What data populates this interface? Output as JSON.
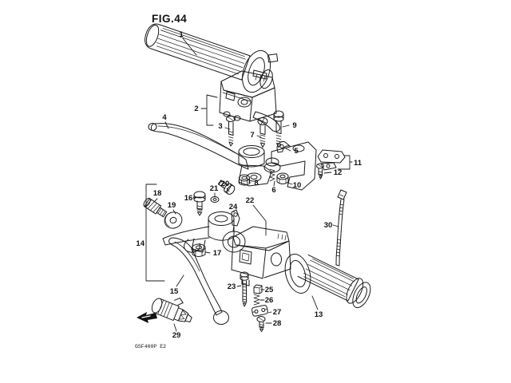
{
  "figure": {
    "title": "FIG.44",
    "model_code": "GSF400P E2"
  },
  "callouts": {
    "1": "1",
    "2": "2",
    "3": "3",
    "4": "4",
    "5": "5",
    "6": "6",
    "7": "7",
    "8": "8",
    "9": "9",
    "10": "10",
    "11": "11",
    "12": "12",
    "13": "13",
    "14": "14",
    "15": "15",
    "16": "16",
    "17": "17",
    "18": "18",
    "19": "19",
    "20": "20",
    "21": "21",
    "22": "22",
    "23": "23",
    "24": "24",
    "25": "25",
    "26": "26",
    "27": "27",
    "28": "28",
    "29": "29",
    "30": "30"
  },
  "icons": {
    "front_direction_arrow": "small filled arrow pointing front-left"
  },
  "colors": {
    "line": "#1a1a1a",
    "background": "#ffffff",
    "text": "#111111"
  }
}
